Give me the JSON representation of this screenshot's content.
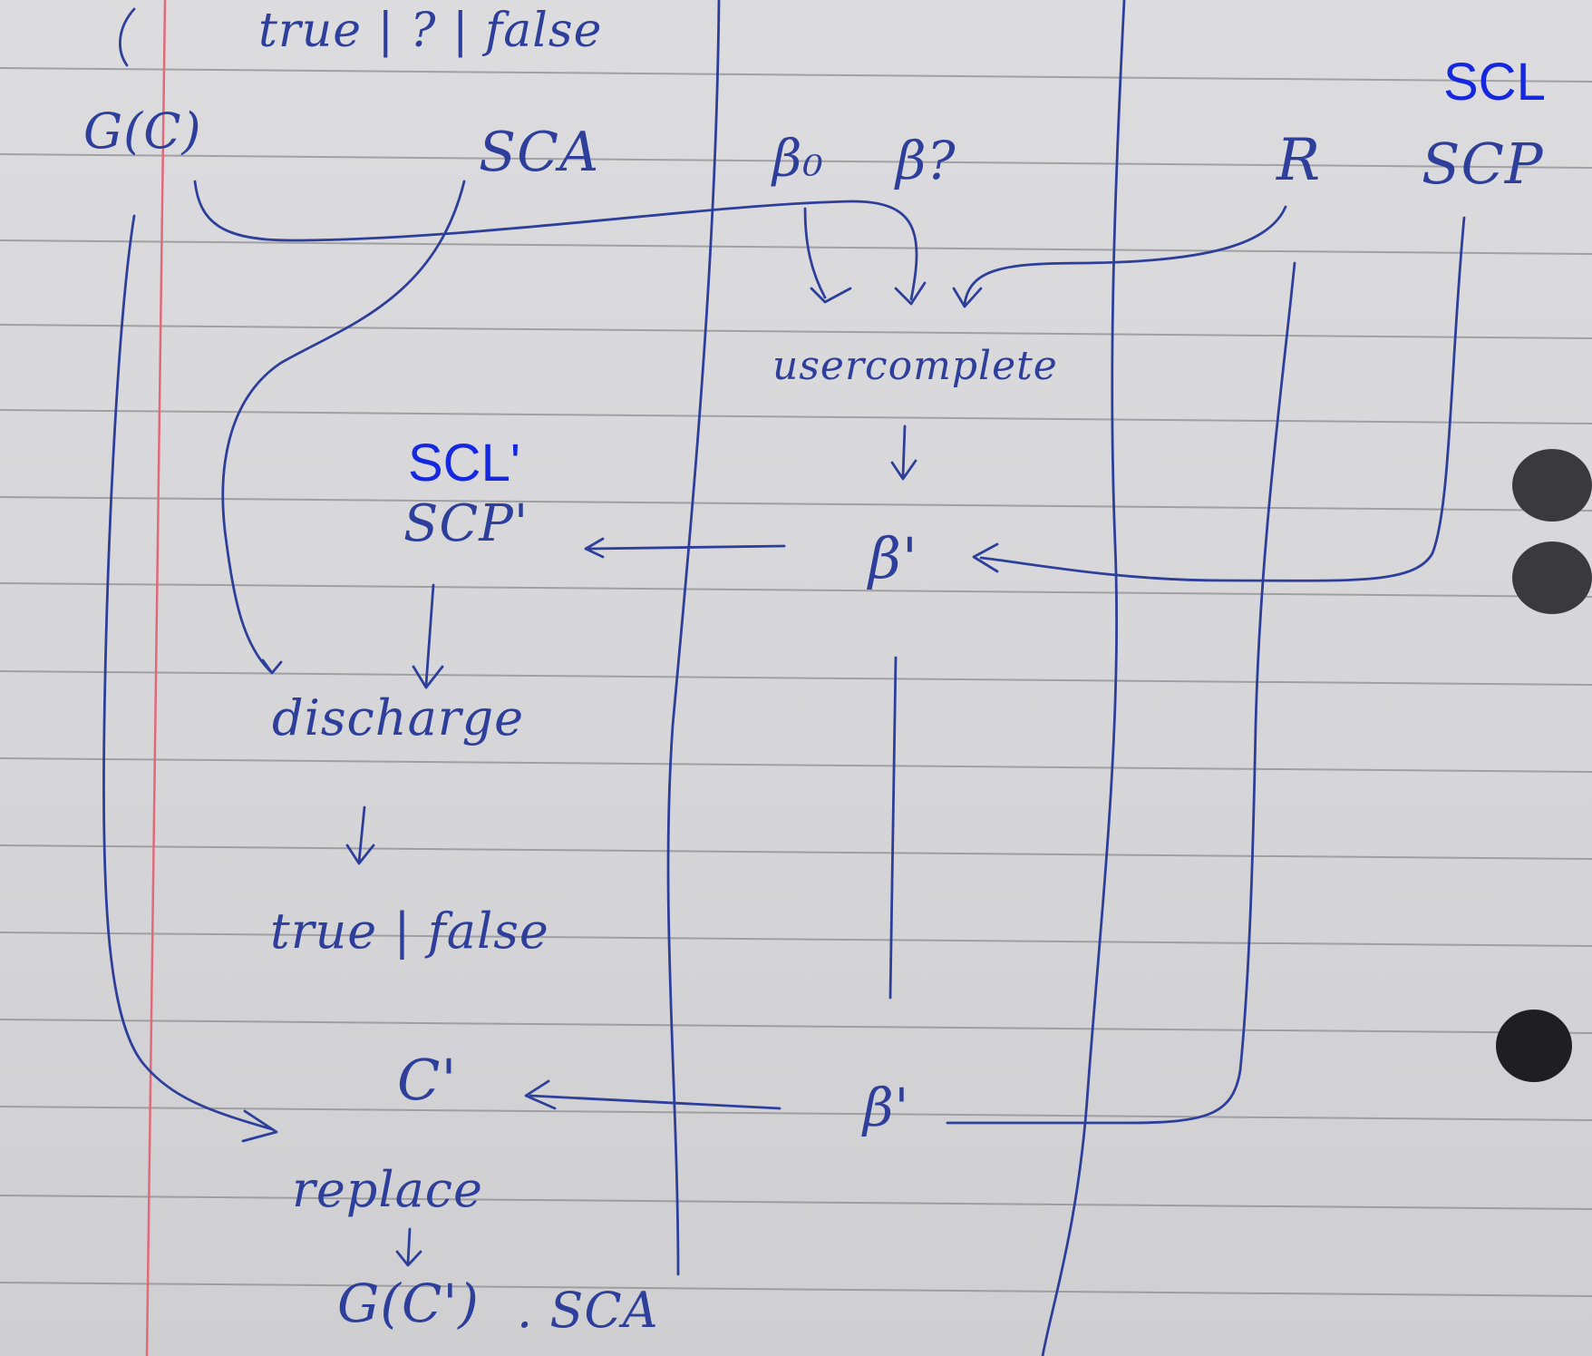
{
  "notes": {
    "top_expr": "true | ? | false",
    "g_label": "G(C)",
    "sca": "SCA",
    "beta0": "β₀",
    "beta_q": "β?",
    "r_label": "R",
    "scp": "SCP",
    "usercomplete": "usercomplete",
    "scp_prime": "SCP'",
    "beta_prime_1": "β'",
    "discharge": "discharge",
    "true_false": "true | false",
    "c_prime": "C'",
    "beta_prime_2": "β'",
    "replace": "replace",
    "g_c_prime": "G(C')",
    "sca_bottom": ". SCA"
  },
  "annotations": {
    "scl": "SCL",
    "scl_prime": "SCL'"
  },
  "colors": {
    "ink": "#2d3f9a",
    "typed": "#1528e0",
    "paper": "#d8d8db",
    "rule": "#8e8e92",
    "margin": "#e06a7a"
  }
}
